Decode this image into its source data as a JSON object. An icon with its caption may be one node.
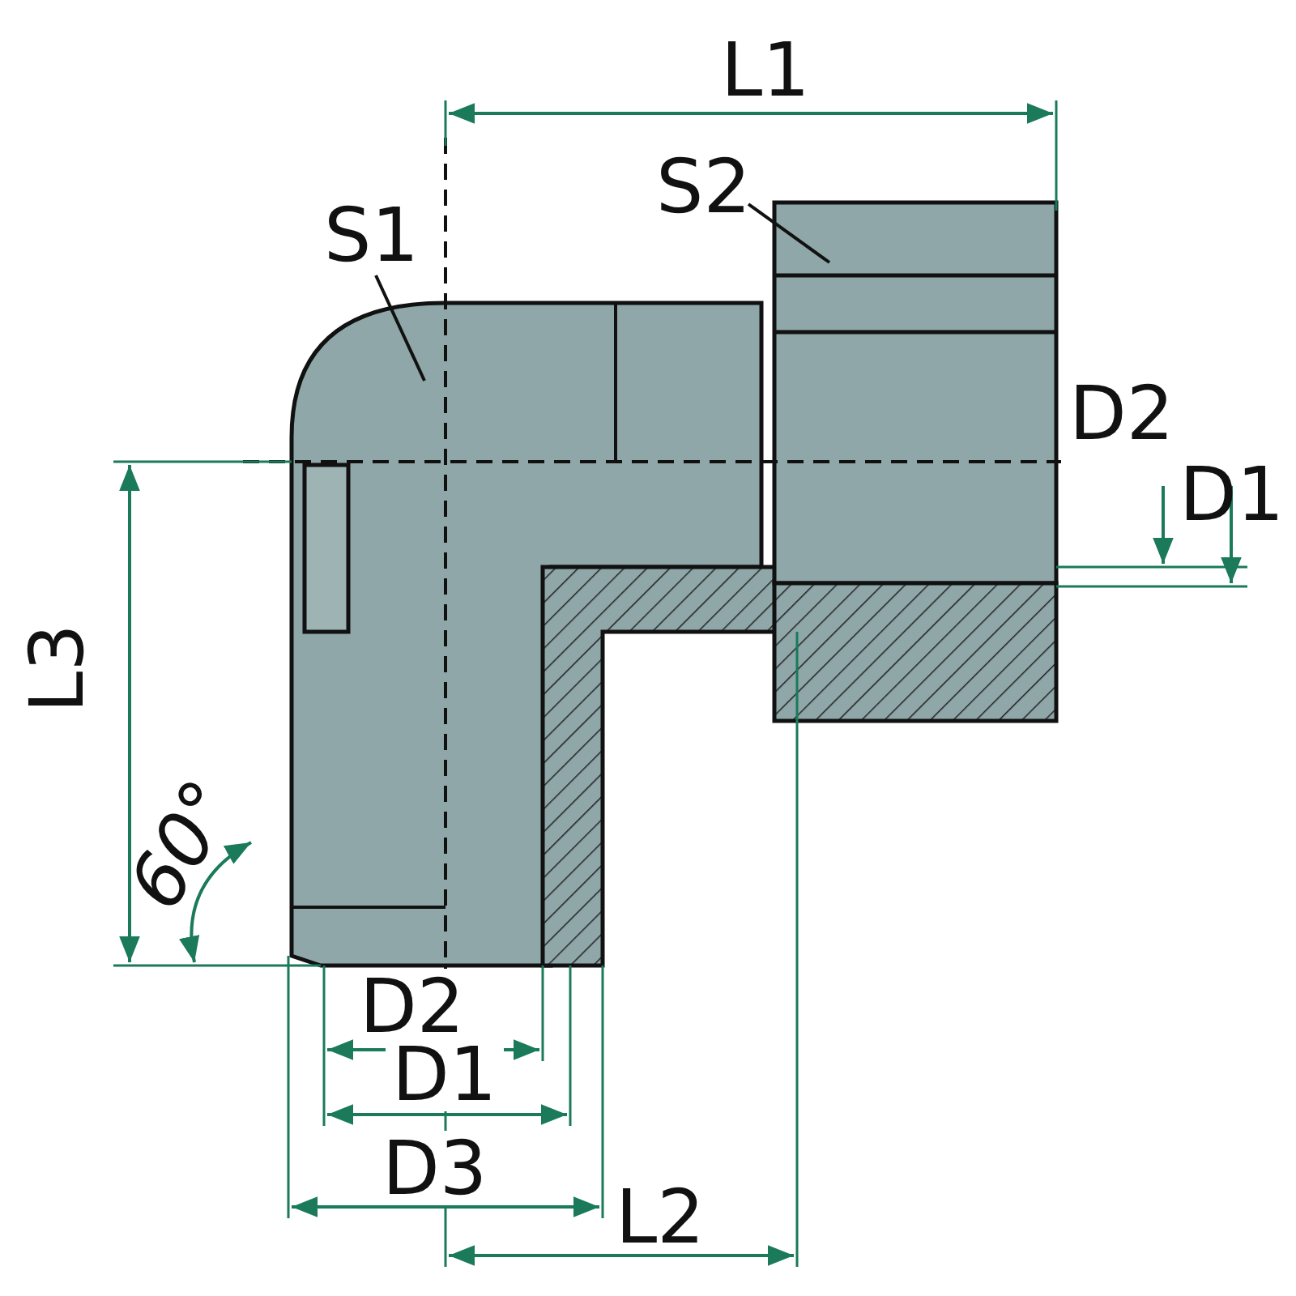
{
  "diagram": {
    "nodes": [
      {
        "text": [
          "S1"
        ]
      },
      {
        "text": [
          "S2"
        ]
      }
    ],
    "edges": [
      {
        "from": 0,
        "to": null,
        "arrow": "none"
      },
      {
        "from": 1,
        "to": null,
        "arrow": "none"
      }
    ],
    "labels": [
      "L1",
      "D2",
      "D1",
      "L3",
      "60°",
      "D2",
      "D1",
      "D3",
      "L2"
    ]
  }
}
